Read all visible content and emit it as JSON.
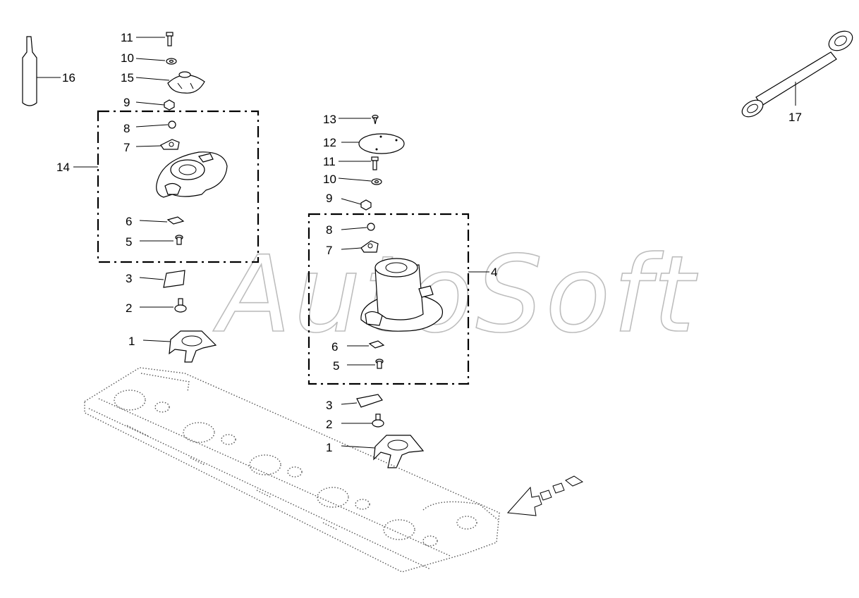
{
  "watermark": "AutoSoft",
  "callouts": {
    "l1": "1",
    "l2": "2",
    "l3": "3",
    "l5": "5",
    "l6": "6",
    "l7": "7",
    "l8": "8",
    "l9": "9",
    "l10": "10",
    "l11": "11",
    "l14": "14",
    "l15": "15",
    "l16": "16",
    "r1": "1",
    "r2": "2",
    "r3": "3",
    "r4": "4",
    "r5": "5",
    "r6": "6",
    "r7": "7",
    "r8": "8",
    "r9": "9",
    "r10": "10",
    "r11": "11",
    "r12": "12",
    "r13": "13",
    "r17": "17"
  },
  "colors": {
    "line": "#000000",
    "watermark": "#bdbdbd",
    "dotted": "#555555"
  }
}
